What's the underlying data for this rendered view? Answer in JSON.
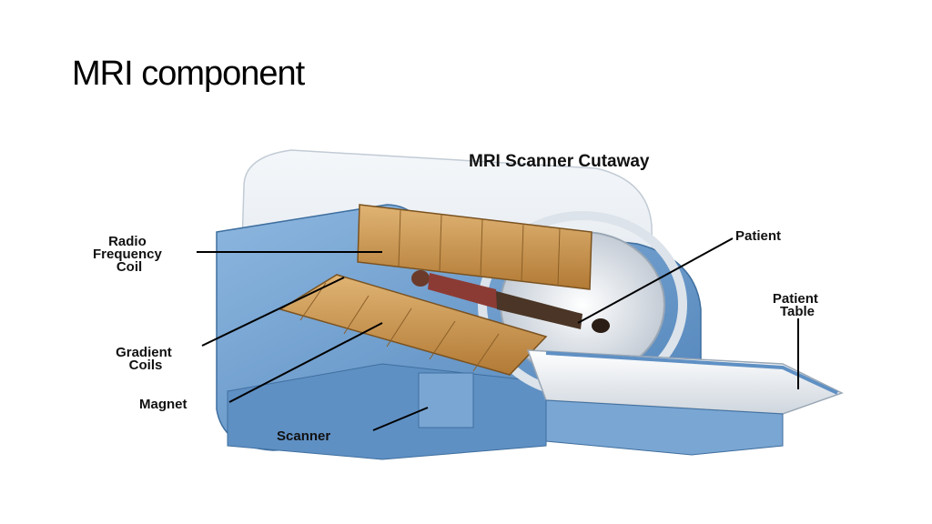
{
  "slide": {
    "title": "MRI component"
  },
  "diagram": {
    "title": "MRI Scanner Cutaway",
    "labels": {
      "rf_coil": [
        "Radio",
        "Frequency",
        "Coil"
      ],
      "gradient_coils": [
        "Gradient",
        "Coils"
      ],
      "magnet": "Magnet",
      "scanner": "Scanner",
      "patient": "Patient",
      "patient_table": [
        "Patient",
        "Table"
      ]
    }
  },
  "colors": {
    "housing": "#dfe6ee",
    "shell_blue": "#6f9fd0",
    "coil_gold": "#c8964a",
    "bed": "#f1f3f6",
    "leader_line": "#000000"
  }
}
